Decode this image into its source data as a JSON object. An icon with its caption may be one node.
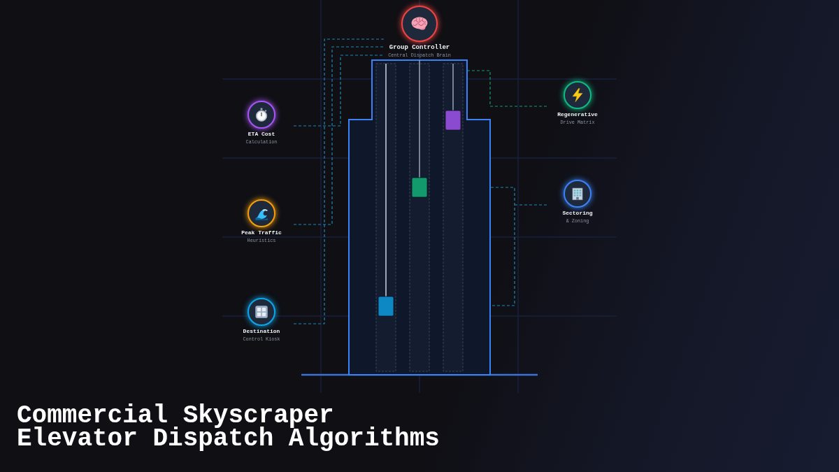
{
  "diagram": {
    "title": "Commercial Skyscraper Elevator Dispatch Algorithms",
    "nodes": [
      {
        "text": [
          "Group Controller",
          "Central Dispatch Brain"
        ]
      },
      {
        "text": [
          "ETA Cost",
          "Calculation"
        ]
      },
      {
        "text": [
          "Peak Traffic",
          "Heuristics"
        ]
      },
      {
        "text": [
          "Destination",
          "Control Kiosk"
        ]
      },
      {
        "text": [
          "Regenerative",
          "Drive Matrix"
        ]
      },
      {
        "text": [
          "Sectoring",
          "& Zoning"
        ]
      },
      {
        "text": [],
        "shape": "building"
      }
    ],
    "edges": [
      {
        "from": 1,
        "to": 0,
        "arrow": "none",
        "style": "dashed"
      },
      {
        "from": 2,
        "to": 0,
        "arrow": "none",
        "style": "dashed"
      },
      {
        "from": 3,
        "to": 0,
        "arrow": "none",
        "style": "dashed"
      },
      {
        "from": 4,
        "to": 6,
        "arrow": "none",
        "style": "dashed",
        "color": "#139a72"
      },
      {
        "from": 5,
        "to": 6,
        "arrow": "none",
        "style": "dashed"
      }
    ]
  }
}
